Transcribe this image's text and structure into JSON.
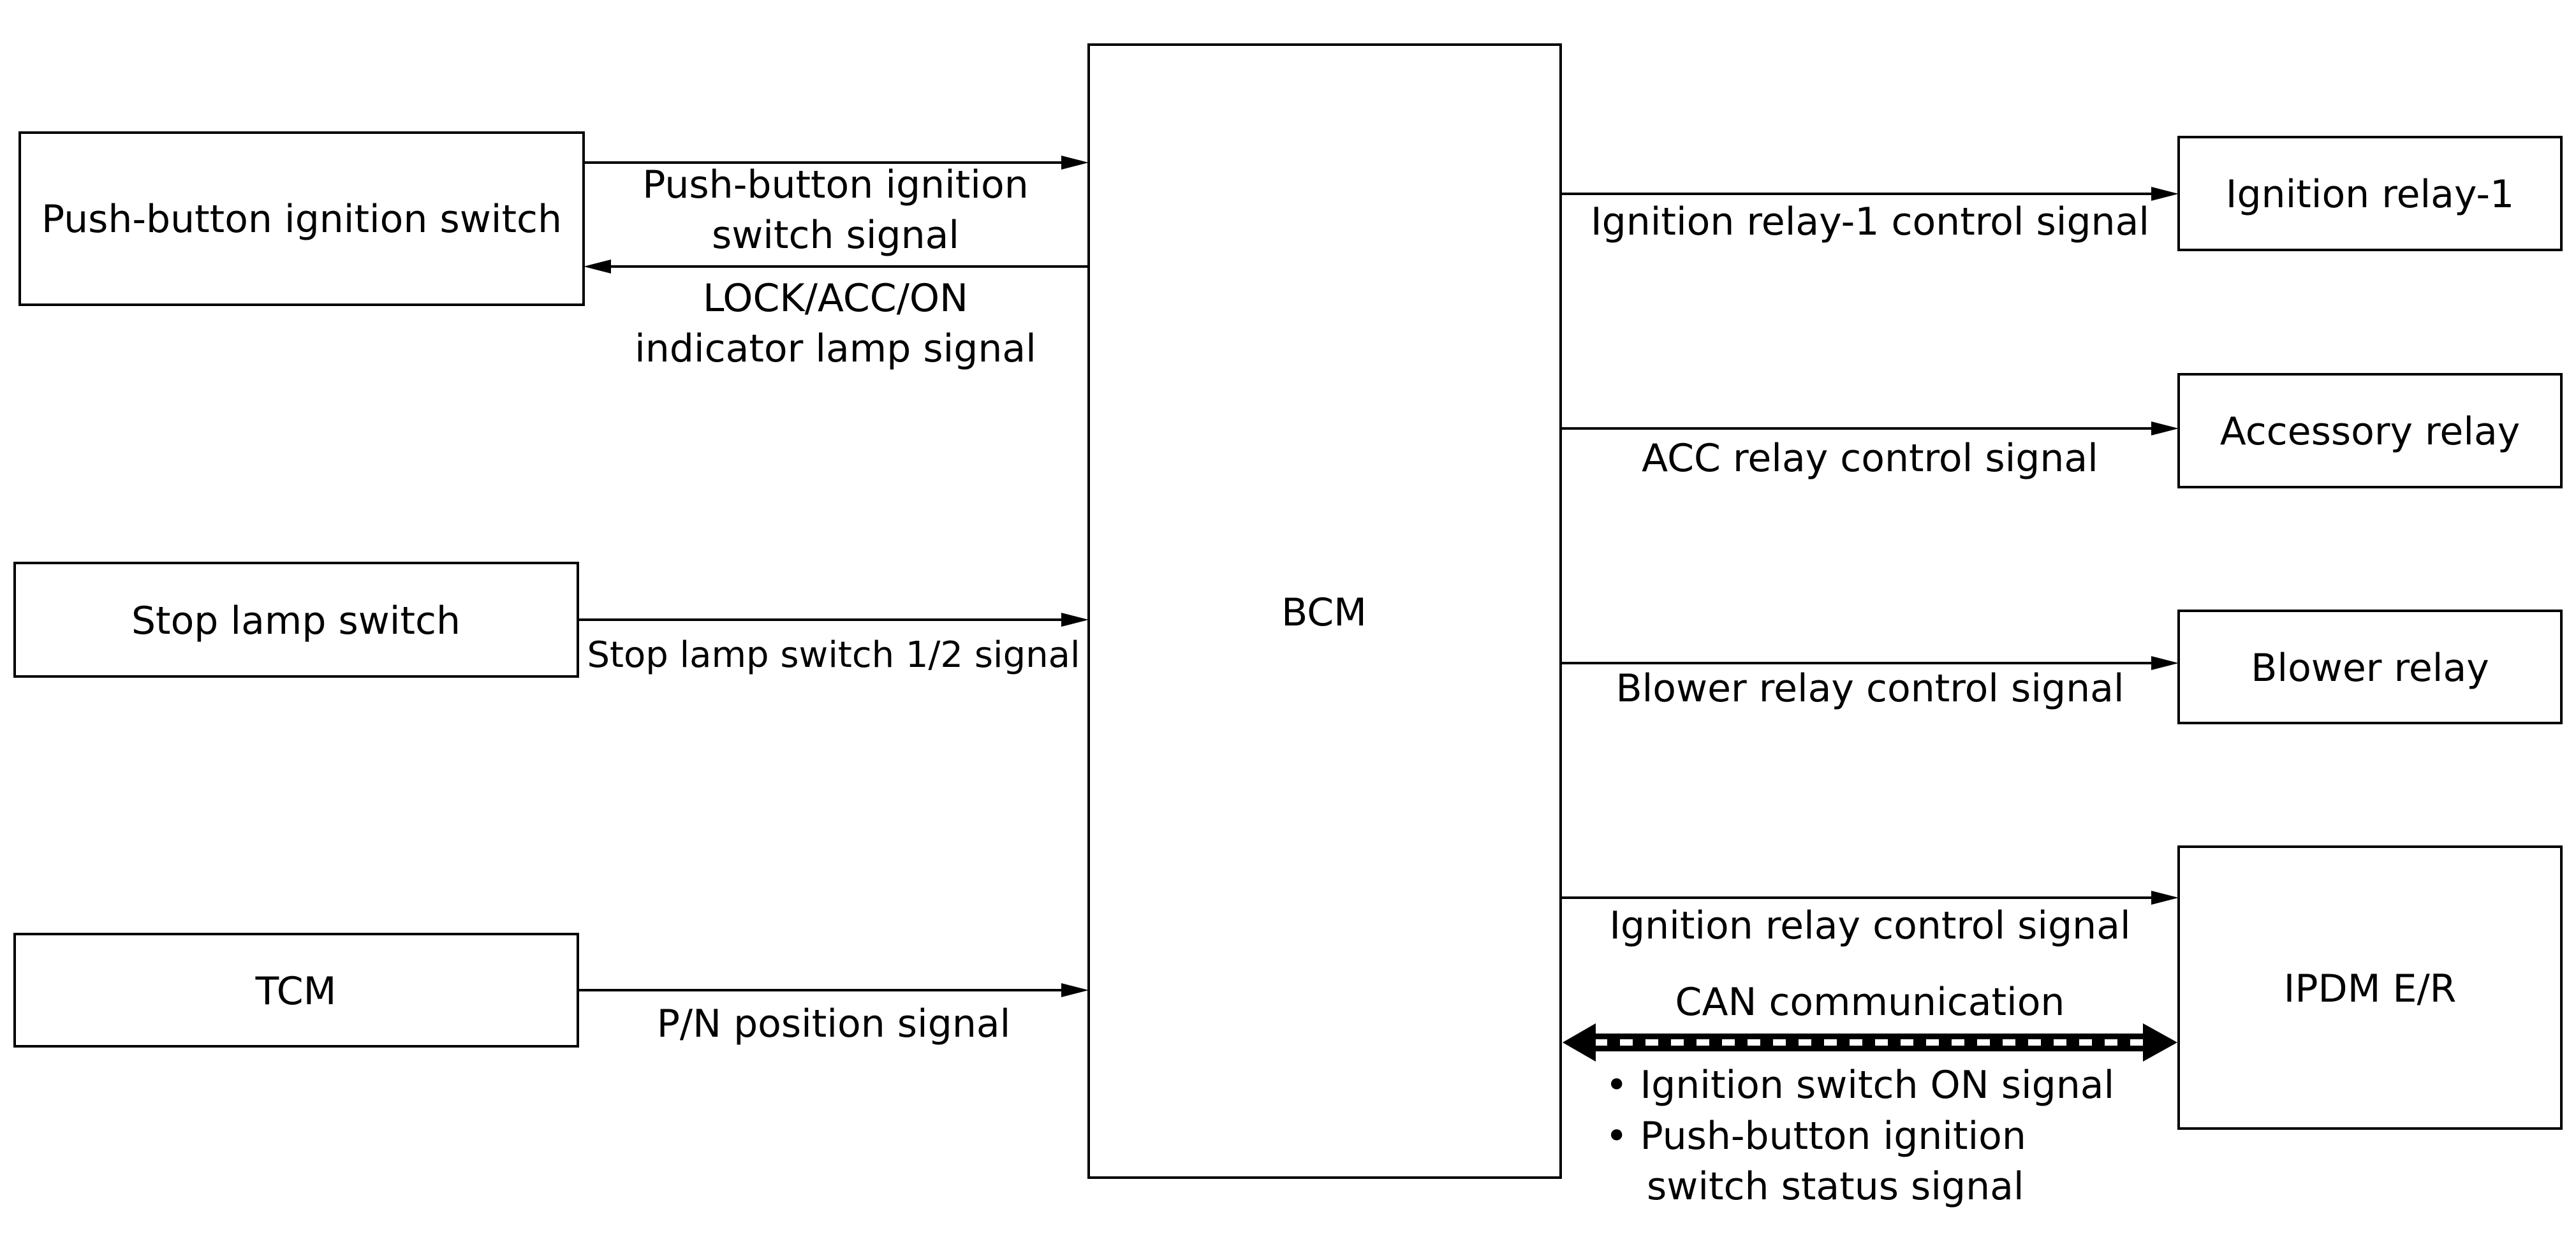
{
  "components": {
    "push_button_switch": "Push-button ignition switch",
    "stop_lamp_switch": "Stop lamp switch",
    "tcm": "TCM",
    "bcm": "BCM",
    "ignition_relay_1": "Ignition relay-1",
    "accessory_relay": "Accessory relay",
    "blower_relay": "Blower relay",
    "ipdm": "IPDM E/R"
  },
  "signals": {
    "push_button_signal": [
      "Push-button ignition",
      "switch signal"
    ],
    "indicator_lamp_signal": [
      "LOCK/ACC/ON",
      "indicator lamp signal"
    ],
    "stop_lamp_signal": "Stop lamp switch 1/2 signal",
    "pn_position_signal": "P/N position signal",
    "ignition_relay_1_control": "Ignition relay-1 control signal",
    "acc_relay_control": "ACC relay control signal",
    "blower_relay_control": "Blower relay control signal",
    "ignition_relay_control": "Ignition relay control signal",
    "can_communication": "CAN communication",
    "can_items": [
      "• Ignition switch ON signal",
      "• Push-button ignition",
      "switch status signal"
    ]
  }
}
